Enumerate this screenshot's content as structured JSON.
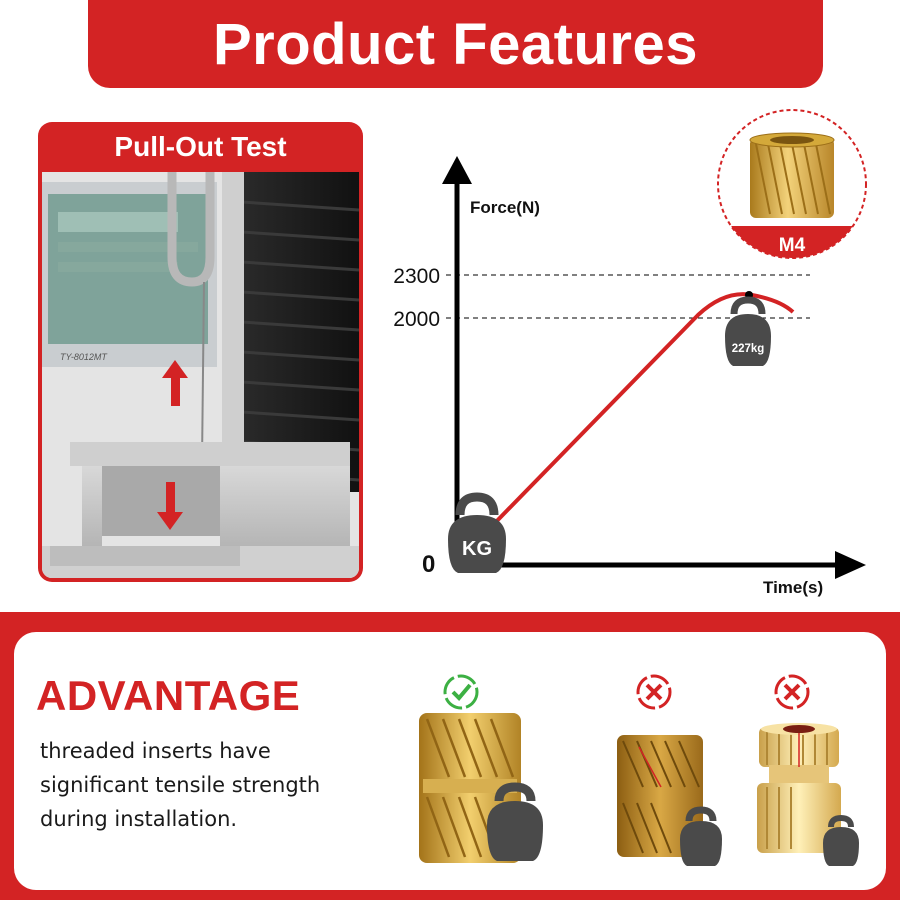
{
  "header": {
    "title": "Product Features"
  },
  "pull_out_test": {
    "title": "Pull-Out Test",
    "photo_label": "TY-8012MT"
  },
  "chart_data": {
    "type": "line",
    "xlabel": "Time(s)",
    "ylabel": "Force(N)",
    "origin_label": "0",
    "y_ticks": [
      2300,
      2000
    ],
    "series": [
      {
        "values": [
          0,
          2000,
          2300,
          2000
        ]
      }
    ],
    "annotations": {
      "start_weight_label": "KG",
      "peak_weight_label": "227kg"
    },
    "grid": false
  },
  "badge": {
    "label": "M4",
    "accent": "#d32324"
  },
  "advantage": {
    "title": "ADVANTAGE",
    "description": "threaded inserts have significant tensile strength during installation.",
    "items": [
      {
        "status": "check-icon",
        "color": "#3cb043"
      },
      {
        "status": "cross-icon",
        "color": "#d32324"
      },
      {
        "status": "cross-icon",
        "color": "#d32324"
      }
    ]
  },
  "colors": {
    "brand": "#d32324",
    "text_dark": "#1a1a1a",
    "brass": "#d4a93a"
  }
}
